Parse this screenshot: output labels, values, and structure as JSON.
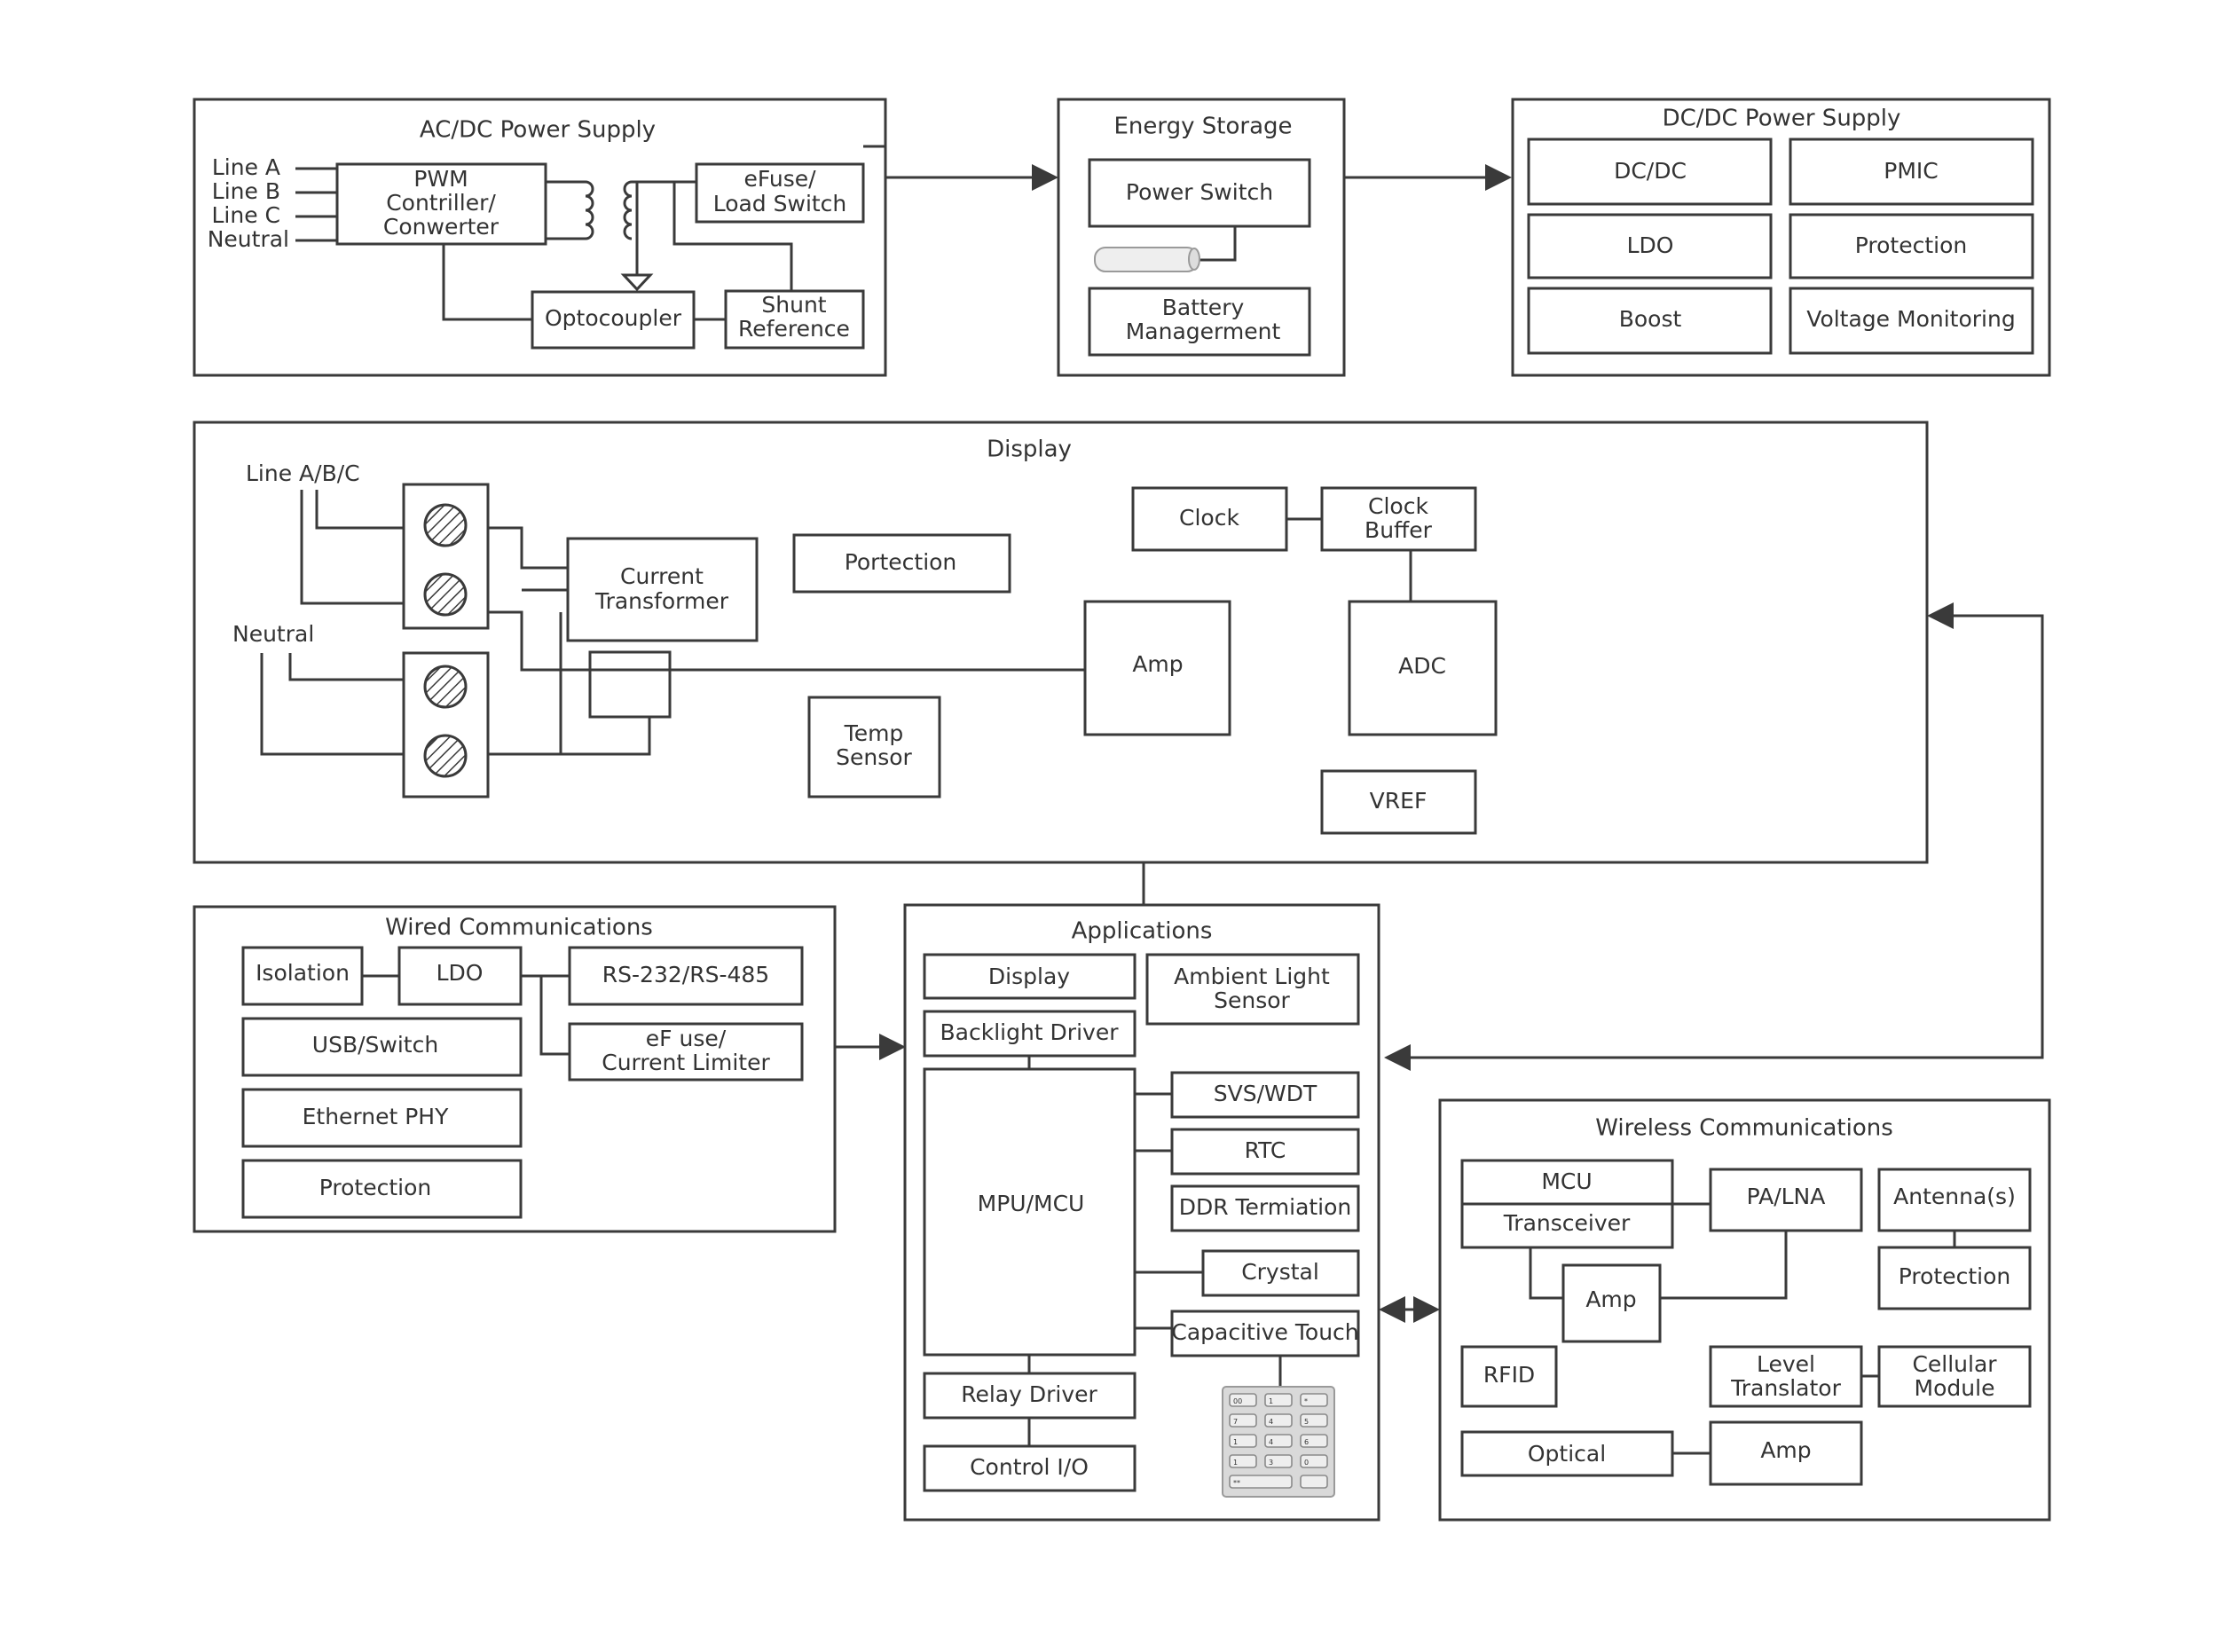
{
  "acdc": {
    "title": "AC/DC Power Supply",
    "line_a": "Line A",
    "line_b": "Line B",
    "line_c": "Line C",
    "neutral": "Neutral",
    "pwm": [
      "PWM",
      "Contriller/",
      "Conwerter"
    ],
    "efuse": [
      "eFuse/",
      "Load Switch"
    ],
    "optocoupler": "Optocoupler",
    "shunt": [
      "Shunt",
      "Reference"
    ]
  },
  "energy": {
    "title": "Energy Storage",
    "power_switch": "Power Switch",
    "battery": [
      "Battery",
      "Managerment"
    ]
  },
  "dcdc": {
    "title": "DC/DC Power Supply",
    "dcdc": "DC/DC",
    "pmic": "PMIC",
    "ldo": "LDO",
    "protection": "Protection",
    "boost": "Boost",
    "voltage_monitoring": "Voltage Monitoring"
  },
  "display": {
    "title": "Display",
    "line_abc": "Line A/B/C",
    "neutral": "Neutral",
    "current_transformer": [
      "Current",
      "Transformer"
    ],
    "portection": "Portection",
    "clock": "Clock",
    "clock_buffer": [
      "Clock",
      "Buffer"
    ],
    "amp": "Amp",
    "adc": "ADC",
    "temp_sensor": [
      "Temp",
      "Sensor"
    ],
    "vref": "VREF"
  },
  "wired": {
    "title": "Wired Communications",
    "isolation": "Isolation",
    "ldo": "LDO",
    "rs": "RS-232/RS-485",
    "usb": "USB/Switch",
    "efuse": [
      "eF use/",
      "Current Limiter"
    ],
    "ethernet": "Ethernet PHY",
    "protection": "Protection"
  },
  "apps": {
    "title": "Applications",
    "display": "Display",
    "ambient": [
      "Ambient Light",
      "Sensor"
    ],
    "backlight": "Backlight Driver",
    "mpu": "MPU/MCU",
    "svs": "SVS/WDT",
    "rtc": "RTC",
    "ddr": "DDR Termiation",
    "crystal": "Crystal",
    "touch": "Capacitive Touch",
    "relay": "Relay Driver",
    "control": "Control I/O"
  },
  "wireless": {
    "title": "Wireless Communications",
    "mcu": "MCU",
    "transceiver": "Transceiver",
    "palna": "PA/LNA",
    "antenna": "Antenna(s)",
    "amp1": "Amp",
    "protection": "Protection",
    "rfid": "RFID",
    "level": [
      "Level",
      "Translator"
    ],
    "cellular": [
      "Cellular",
      "Module"
    ],
    "optical": "Optical",
    "amp2": "Amp"
  },
  "keypad": {
    "keys": [
      "00",
      "1",
      "*",
      "7",
      "4",
      "5",
      "1",
      "4",
      "6",
      "1",
      "3",
      "0",
      "**"
    ]
  }
}
